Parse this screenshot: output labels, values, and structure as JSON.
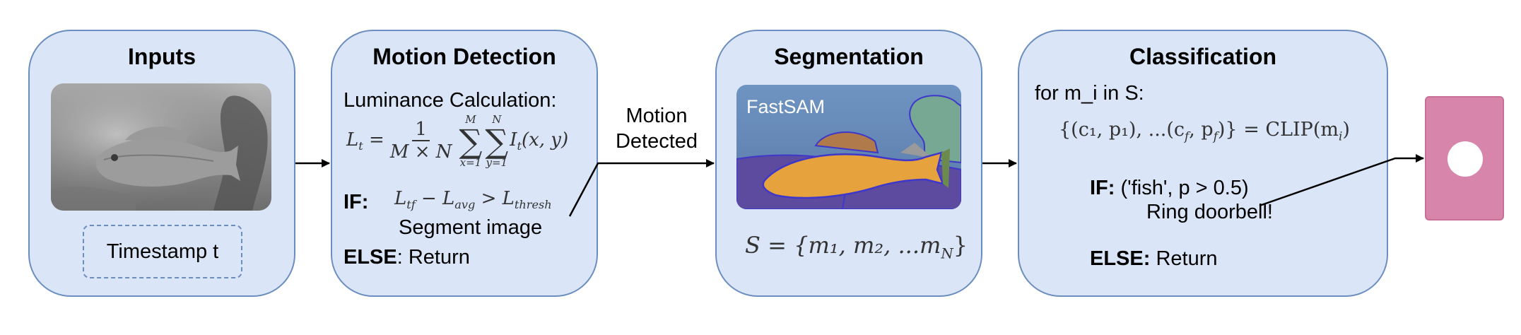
{
  "inputs": {
    "title": "Inputs",
    "timestamp_label": "Timestamp t"
  },
  "motion": {
    "title": "Motion Detection",
    "luminance_label": "Luminance Calculation:",
    "eq_lhs": "L",
    "eq_lhs_sub": "t",
    "frac_num": "1",
    "frac_den": "M × N",
    "sum1_top": "M",
    "sum1_bottom": "x=1",
    "sum2_top": "N",
    "sum2_bottom": "y=1",
    "eq_term": "I",
    "eq_term_sub": "t",
    "eq_term_args": "(x, y)",
    "if_label": "IF:",
    "cond_a": "L",
    "cond_a_sub": "tf",
    "cond_b": "L",
    "cond_b_sub": "avg",
    "cond_c": "L",
    "cond_c_sub": "thresh",
    "then_text": "Segment image",
    "else_label": "ELSE",
    "else_text": ": Return"
  },
  "edge_label": {
    "line1": "Motion",
    "line2": "Detected"
  },
  "segmentation": {
    "title": "Segmentation",
    "model_label": "FastSAM",
    "set_lhs": "S",
    "set_rhs": "{m₁, m₂, ...m",
    "set_rhs_sub": "N",
    "set_close": "}"
  },
  "classification": {
    "title": "Classification",
    "loop_text": "for m_i in S:",
    "clip_lhs": "{(c₁, p₁), ...(c",
    "clip_lhs_sub1": "f",
    "clip_mid": ", p",
    "clip_lhs_sub2": "f",
    "clip_close": ")}",
    "clip_rhs": "= CLIP(m",
    "clip_rhs_sub": "i",
    "clip_rhs_close": ")",
    "if_label": "IF:",
    "if_text": " ('fish', p > 0.5)",
    "action_text": "Ring doorbell!",
    "else_label": "ELSE:",
    "else_text": " Return"
  },
  "colors": {
    "panel_fill": "#dae6f8",
    "panel_stroke": "#6c8ebf",
    "doorbell_fill": "#d785aa",
    "fish_fill": "#e6a23c",
    "segment_purple": "#5d4ba0"
  },
  "icons": {
    "fish_photo": "fish-photo-icon",
    "segmented_photo": "segmented-fish-icon",
    "doorbell": "doorbell-icon"
  }
}
